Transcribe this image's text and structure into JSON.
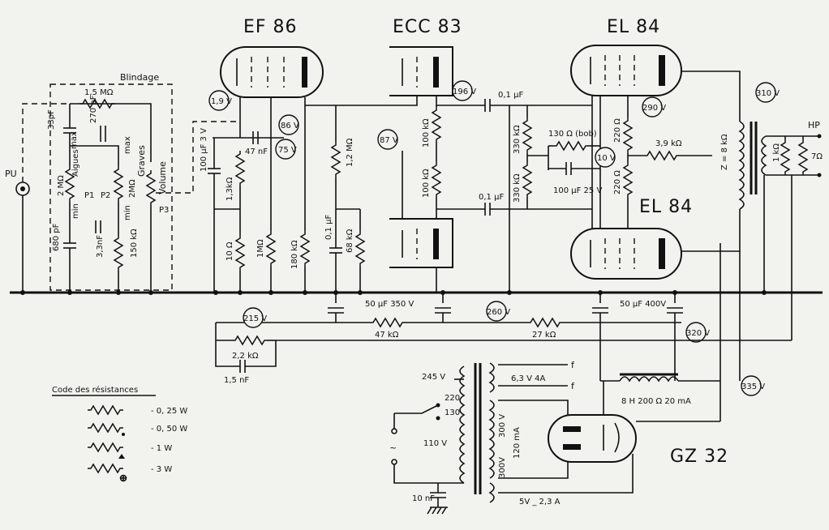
{
  "tubes": {
    "ef86": "EF 86",
    "ecc83": "ECC 83",
    "el84_top": "EL 84",
    "el84_bottom": "EL 84",
    "gz32": "GZ 32"
  },
  "labels": {
    "blindage": "Blindage",
    "pu": "PU",
    "hp": "HP",
    "aigues": "Aigues",
    "graves": "Graves",
    "volume": "Volume",
    "max1": "max",
    "min1": "min",
    "max2": "max",
    "min2": "min",
    "p1": "P1",
    "p2": "P2",
    "p3": "P3",
    "f1": "f",
    "f2": "f",
    "ac": "~"
  },
  "components": {
    "c33pf": "33pF",
    "r15m": "1,5 MΩ",
    "c270pf": "270 pF",
    "r2m_a": "2 MΩ",
    "r2m_b": "2MΩ",
    "c680pf": "680 pF",
    "c33nf": "3,3nF",
    "r150k": "150 kΩ",
    "c100uf3v": "100 μF 3 V",
    "c47nf": "47 nF",
    "r13k": "1,3kΩ",
    "r10": "10 Ω",
    "r1m": "1MΩ",
    "r180k": "180 kΩ",
    "r12m": "1,2 MΩ",
    "c01uf_a": "0,1 μF",
    "r68k": "68 kΩ",
    "r100k_a": "100 kΩ",
    "r100k_b": "100 kΩ",
    "c01uf_top": "0,1 μF",
    "c01uf_mid": "0,1 μF",
    "r330k_a": "330 kΩ",
    "r330k_b": "330 kΩ",
    "r130bob": "130 Ω (bob)",
    "c100uf25v": "100 μF 25 V",
    "r220_a": "220 Ω",
    "r220_b": "220 Ω",
    "r39k": "3,9 kΩ",
    "z8k": "Z = 8 kΩ",
    "r1k": "1 kΩ",
    "r7": "7Ω",
    "c50uf350": "50 μF 350 V",
    "r47k": "47 kΩ",
    "c50uf400": "50 μF 400V",
    "r27k": "27 kΩ",
    "r22k": "2,2 kΩ",
    "c15nf": "1,5 nF",
    "heater": "6,3 V  4A",
    "choke": "8 H  200 Ω   20 mA",
    "v245": "245 V",
    "v220": "220",
    "v130": "130",
    "v110": "110 V",
    "s300a": "300 V",
    "s300b": "300V",
    "s120ma": "120 mA",
    "c10nf": "10 nF",
    "fil5v": "5V _ 2,3 A"
  },
  "voltages": {
    "v19": "1,9 V",
    "v86": "86 V",
    "v75": "75 V",
    "v196": "196 V",
    "v87": "87 V",
    "v290": "290 V",
    "v310": "310 V",
    "v10": "10 V",
    "v215": "215 V",
    "v260": "260 V",
    "v320": "320 V",
    "v335": "335 V"
  },
  "legend": {
    "title": "Code des résistances",
    "rows": [
      {
        "watt": "- 0, 25  W",
        "mark": "none"
      },
      {
        "watt": "- 0, 50  W",
        "mark": "dot"
      },
      {
        "watt": "-  1    W",
        "mark": "triangle"
      },
      {
        "watt": "-  3    W",
        "mark": "plus"
      }
    ]
  }
}
